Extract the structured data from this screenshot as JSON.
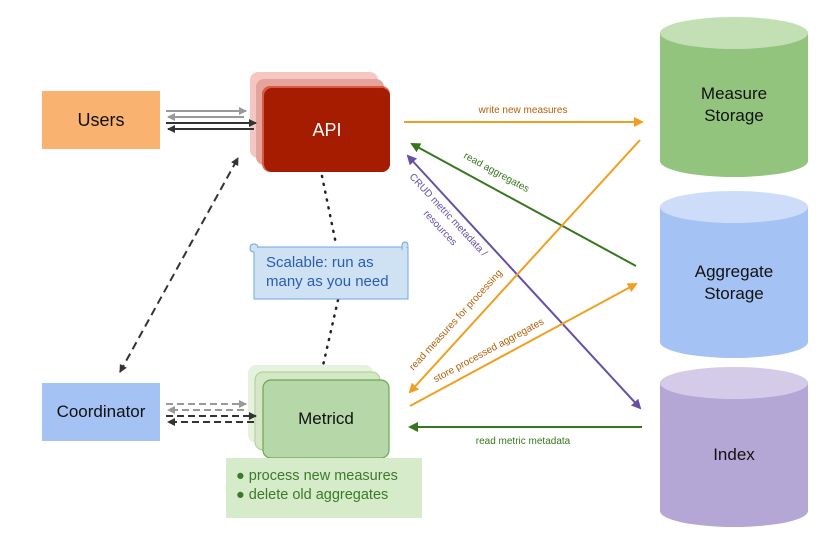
{
  "nodes": {
    "users": "Users",
    "api": "API",
    "coordinator": "Coordinator",
    "metricd": "Metricd",
    "measure_storage_line1": "Measure",
    "measure_storage_line2": "Storage",
    "aggregate_storage_line1": "Aggregate",
    "aggregate_storage_line2": "Storage",
    "index": "Index"
  },
  "note": {
    "line1": "Scalable: run as",
    "line2": "many as you need"
  },
  "metricd_tasks": [
    "● process new measures",
    "● delete old aggregates"
  ],
  "edges": {
    "write_new_measures": "write new measures",
    "read_aggregates": "read aggregates",
    "crud_metric_metadata_line1": "CRUD metric metadata /",
    "crud_metric_metadata_line2": "resources",
    "read_measures_for_processing": "read measures for processing",
    "store_processed_aggregates": "store processed aggregates",
    "read_metric_metadata": "read metric metadata"
  },
  "colors": {
    "users_box": "#f9b26f",
    "api_box": "#a61c00",
    "coordinator_box": "#a4c2f4",
    "metricd_box": "#b6d7a8",
    "measure_storage": "#93c47d",
    "aggregate_storage": "#a4c2f4",
    "index": "#b4a7d6",
    "orange_arrow": "#f0a020",
    "green_arrow": "#38761d",
    "purple_arrow": "#674ea7"
  }
}
